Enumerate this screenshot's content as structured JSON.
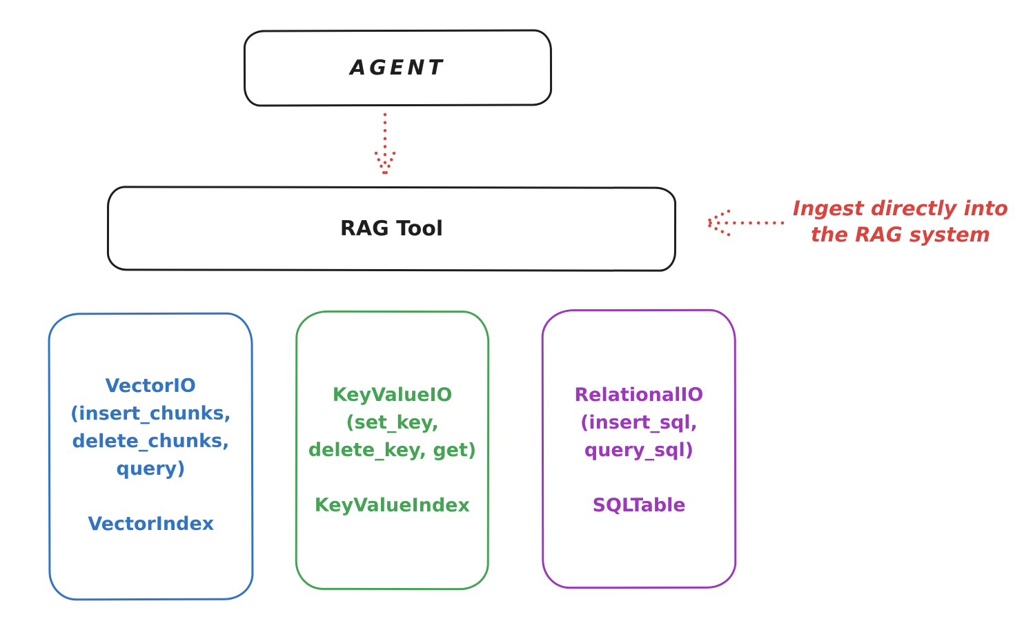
{
  "agent": {
    "label": "AGENT"
  },
  "rag_tool": {
    "label": "RAG Tool"
  },
  "annotation": {
    "line1": "Ingest directly into",
    "line2": "the RAG system",
    "color": "#d64540"
  },
  "arrows": [
    {
      "name": "agent-to-rag-tool",
      "style": "dotted",
      "color": "#d64540",
      "direction": "down"
    },
    {
      "name": "annotation-to-rag-tool",
      "style": "dotted",
      "color": "#d64540",
      "direction": "left"
    }
  ],
  "stores": [
    {
      "id": "vector-io",
      "color": "#3274bf",
      "lines": [
        "VectorIO",
        "(insert_chunks,",
        "delete_chunks,",
        "query)"
      ],
      "index": "VectorIndex"
    },
    {
      "id": "keyvalue-io",
      "color": "#46a356",
      "lines": [
        "KeyValueIO",
        "(set_key,",
        "delete_key, get)"
      ],
      "index": "KeyValueIndex"
    },
    {
      "id": "relational-io",
      "color": "#9a3ab8",
      "lines": [
        "RelationalIO",
        "(insert_sql,",
        "query_sql)"
      ],
      "index": "SQLTable"
    }
  ],
  "colors": {
    "ink": "#1e1e1e",
    "background": "#ffffff",
    "red": "#d64540",
    "blue": "#3274bf",
    "green": "#46a356",
    "purple": "#9a3ab8"
  }
}
